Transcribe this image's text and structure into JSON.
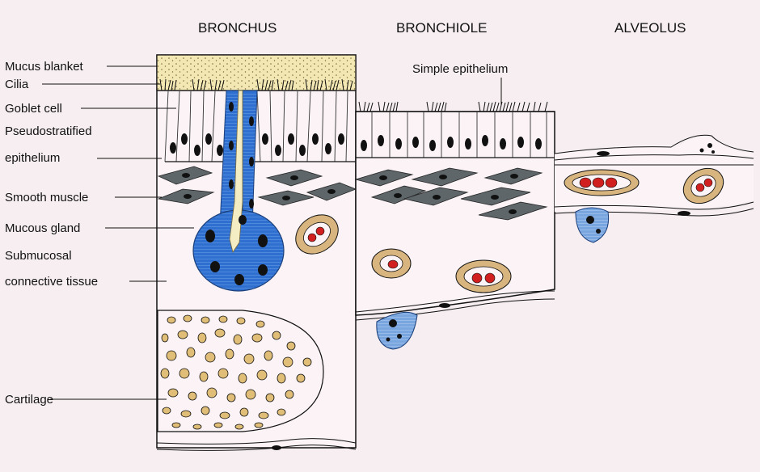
{
  "headers": {
    "bronchus": "BRONCHUS",
    "bronchiole": "BRONCHIOLE",
    "alveolus": "ALVEOLUS"
  },
  "labels": {
    "mucus_blanket": "Mucus blanket",
    "cilia": "Cilia",
    "goblet_cell": "Goblet cell",
    "pseudostratified_line1": "Pseudostratified",
    "pseudostratified_line2": "epithelium",
    "smooth_muscle": "Smooth muscle",
    "mucous_gland": "Mucous gland",
    "submucosal_line1": "Submucosal",
    "submucosal_line2": "connective tissue",
    "cartilage": "Cartilage",
    "simple_epithelium": "Simple epithelium"
  },
  "colors": {
    "background": "#f6eef0",
    "mucus": "#f3e7b4",
    "gland_blue": "#2f6fcf",
    "muscle_gray": "#5e666a",
    "rbc_red": "#d11f1f",
    "vessel_ring": "#d8b57e",
    "chondrocyte": "#e0be78",
    "ink": "#111111"
  }
}
